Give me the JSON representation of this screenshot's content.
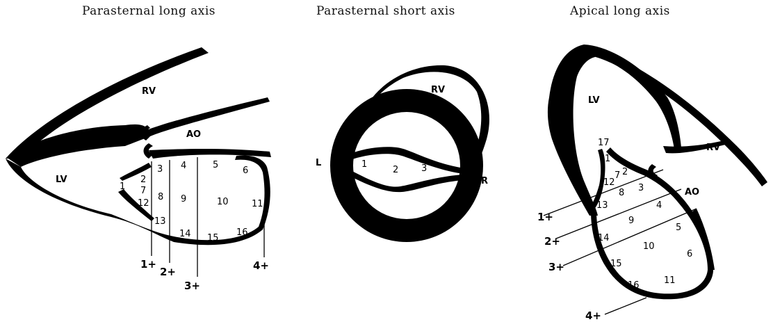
{
  "titles": {
    "plax": "Parasternal long axis",
    "psax": "Parasternal short axis",
    "alax": "Apical long axis"
  },
  "plax": {
    "chambers": {
      "rv": "RV",
      "ao": "AO",
      "lv": "LV"
    },
    "segments": [
      "1",
      "2",
      "3",
      "4",
      "5",
      "6",
      "7",
      "8",
      "9",
      "10",
      "11",
      "12",
      "13",
      "14",
      "15",
      "16"
    ],
    "cut_labels": [
      "1+",
      "2+",
      "3+",
      "4+"
    ]
  },
  "psax": {
    "chambers": {
      "rv": "RV"
    },
    "side_labels": {
      "left": "L",
      "right": "R"
    },
    "segments": [
      "1",
      "2",
      "3"
    ]
  },
  "alax": {
    "chambers": {
      "lv": "LV",
      "rv": "RV",
      "ao": "AO"
    },
    "segments": [
      "1",
      "2",
      "3",
      "4",
      "5",
      "6",
      "7",
      "8",
      "9",
      "10",
      "11",
      "12",
      "13",
      "14",
      "15",
      "16",
      "17"
    ],
    "cut_labels": [
      "1+",
      "2+",
      "3+",
      "4+"
    ]
  },
  "colors": {
    "ink": "#000000",
    "background": "#ffffff"
  }
}
